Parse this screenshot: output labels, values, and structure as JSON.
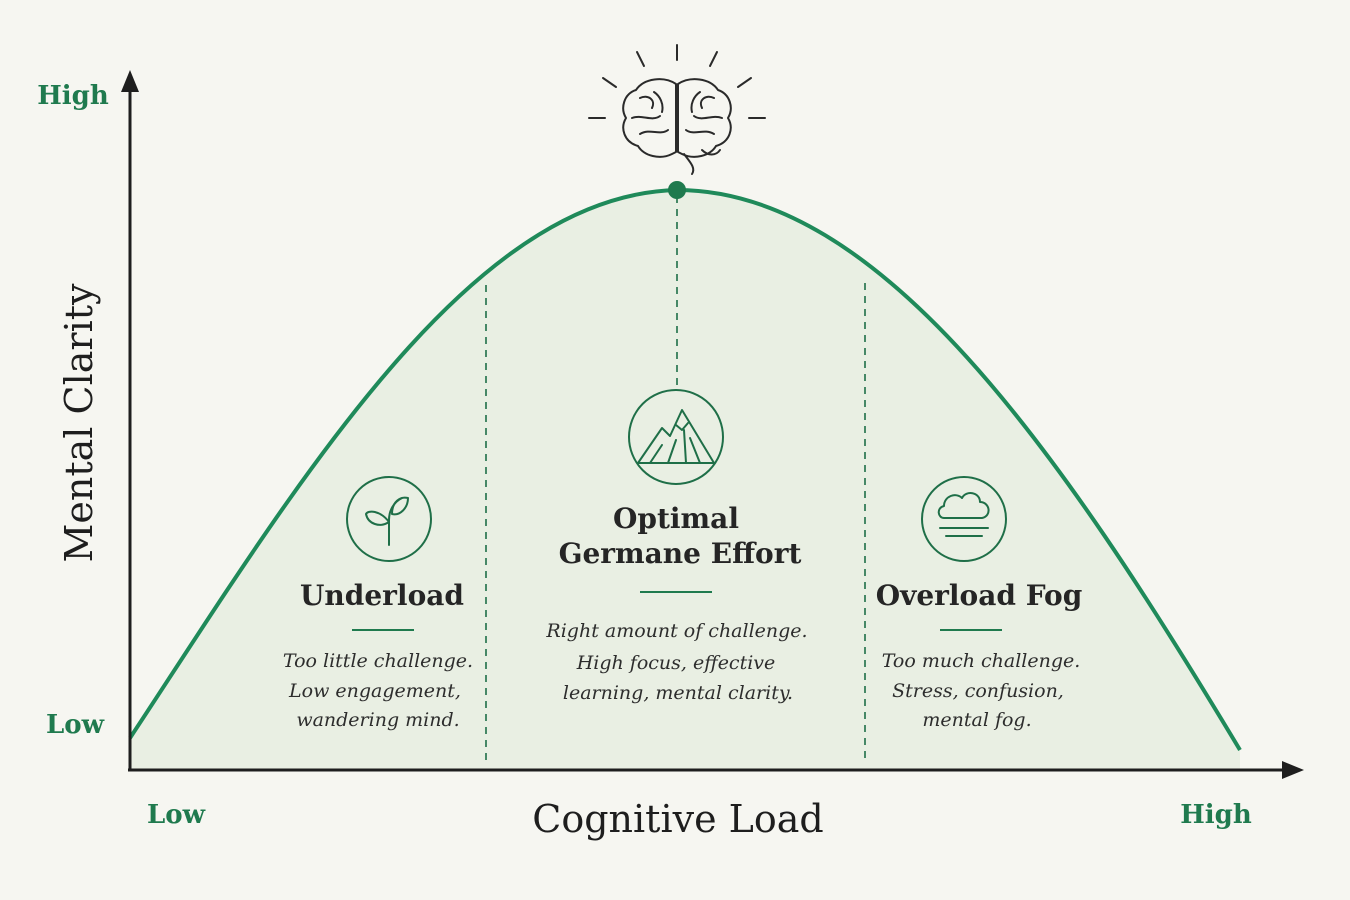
{
  "colors": {
    "accent": "#1f8a5a",
    "accent_dark": "#1f6f48",
    "fill": "#e9efe3",
    "background": "#f6f6f1",
    "text": "#222222"
  },
  "axes": {
    "y_title": "Mental Clarity",
    "x_title": "Cognitive Load",
    "y_high": "High",
    "y_low": "Low",
    "x_low": "Low",
    "x_high": "High"
  },
  "zones": [
    {
      "icon": "sprout-icon",
      "title_lines": [
        "Underload"
      ],
      "desc_lines": [
        "Too little challenge.",
        "Low engagement,",
        "wandering mind."
      ]
    },
    {
      "icon": "mountain-icon",
      "title_lines": [
        "Optimal",
        "Germane Effort"
      ],
      "desc_lines": [
        "Right amount of challenge.",
        "High focus, effective",
        "learning, mental clarity."
      ]
    },
    {
      "icon": "cloud-icon",
      "title_lines": [
        "Overload Fog"
      ],
      "desc_lines": [
        "Too much challenge.",
        "Stress, confusion,",
        "mental fog."
      ]
    }
  ],
  "peak_icon": "brain-icon"
}
